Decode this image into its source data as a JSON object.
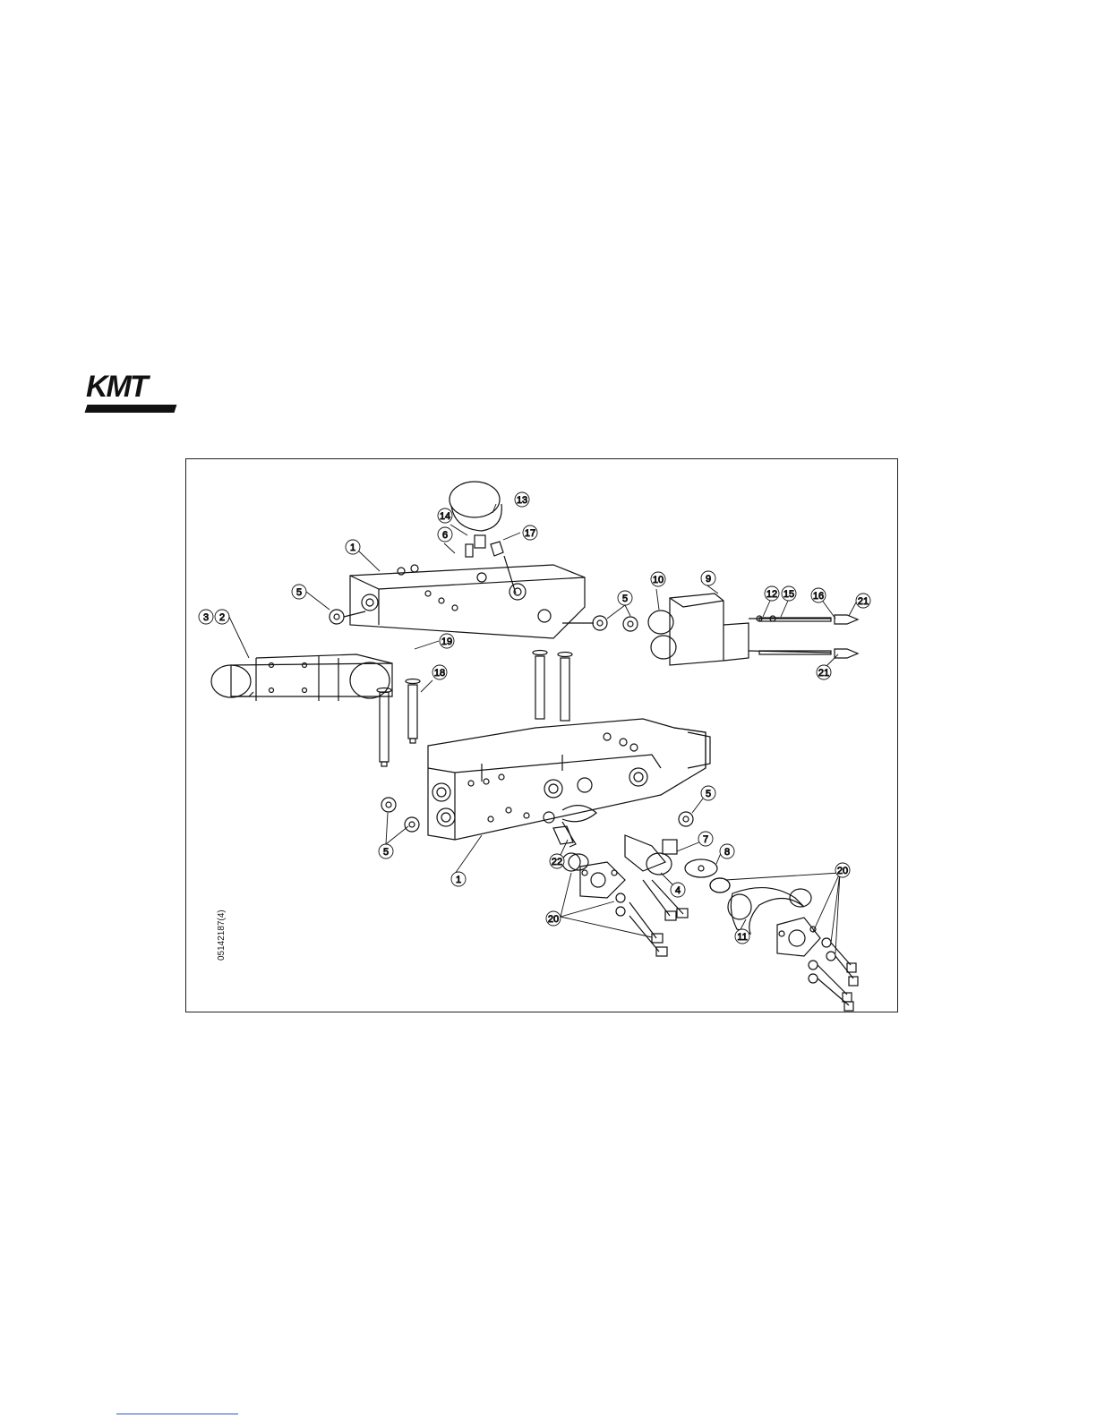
{
  "logo": {
    "text": "KMT"
  },
  "figure": {
    "id_label": "05142187(4)",
    "callouts": [
      "1",
      "2",
      "3",
      "4",
      "5",
      "6",
      "7",
      "8",
      "9",
      "10",
      "11",
      "12",
      "13",
      "14",
      "15",
      "16",
      "17",
      "18",
      "19",
      "20",
      "21",
      "22"
    ]
  }
}
